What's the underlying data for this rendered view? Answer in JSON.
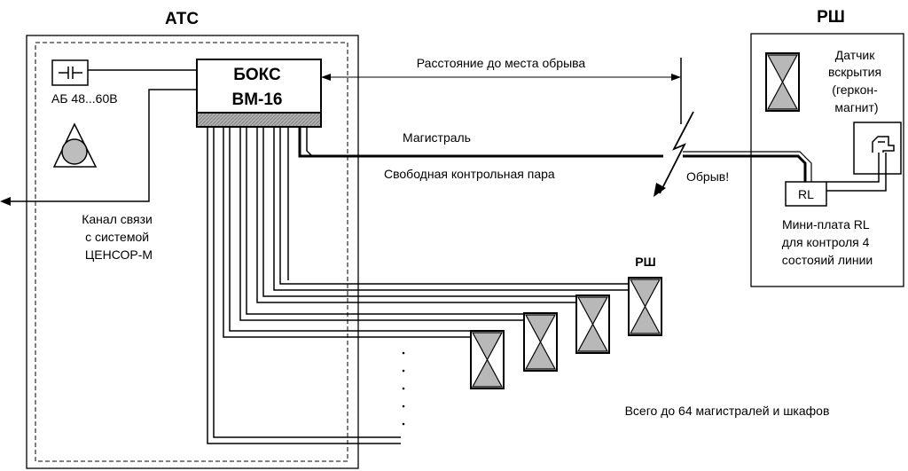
{
  "ats": {
    "title": "АТС",
    "battery_label": "АБ 48...60В",
    "channel_lines": [
      "Канал связи",
      "с системой",
      "ЦЕНСОР-М"
    ]
  },
  "box": {
    "line1": "БОКС",
    "line2": "ВМ-16"
  },
  "rsh_main": {
    "title": "РШ",
    "sensor_lines": [
      "Датчик",
      "вскрытия",
      "(геркон-",
      "магнит)"
    ],
    "rl_label": "RL",
    "miniboard_lines": [
      "Мини-плата RL",
      "для контроля 4",
      "состояий линии"
    ]
  },
  "labels": {
    "distance": "Расстояние до места обрыва",
    "trunk": "Магистраль",
    "free_pair": "Свободная контрольная пара",
    "break": "Обрыв!",
    "rsh_small": "РШ",
    "total": "Всего до 64 магистралей и шкафов"
  }
}
